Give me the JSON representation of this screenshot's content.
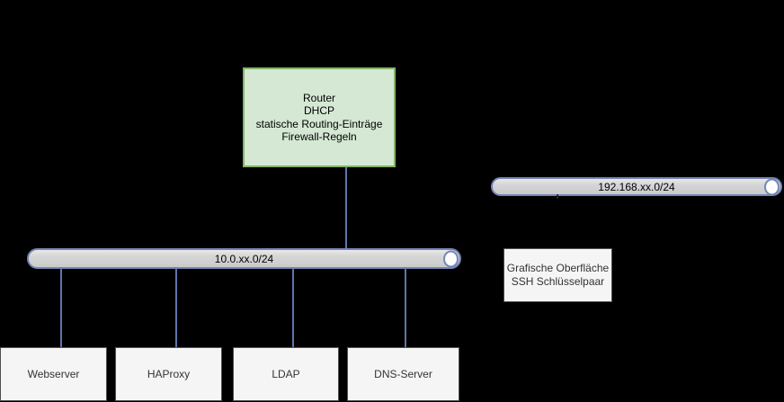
{
  "diagram": {
    "background_color": "#000000",
    "router": {
      "lines": [
        "Router",
        "DHCP",
        "statische Routing-Einträge",
        "Firewall-Regeln"
      ],
      "fill_color": "#d5e8d4",
      "border_color": "#82b366"
    },
    "networks": [
      {
        "id": "lan",
        "label": "10.0.xx.0/24"
      },
      {
        "id": "mgmt",
        "label": "192.168.xx.0/24"
      }
    ],
    "info_box": {
      "lines": [
        "Grafische Oberfläche",
        "SSH Schlüsselpaar"
      ]
    },
    "servers": [
      {
        "label": "Webserver"
      },
      {
        "label": "HAProxy"
      },
      {
        "label": "LDAP"
      },
      {
        "label": "DNS-Server"
      }
    ],
    "colors": {
      "connector": "#5f75ab",
      "pipe_border": "#7585b5",
      "pipe_fill": "#d2d2d2",
      "pipe_cap_fill": "#ffffff",
      "node_fill": "#f5f5f5",
      "node_border": "#4f4f4f",
      "node_text": "#333333",
      "router_text": "#000000"
    }
  }
}
